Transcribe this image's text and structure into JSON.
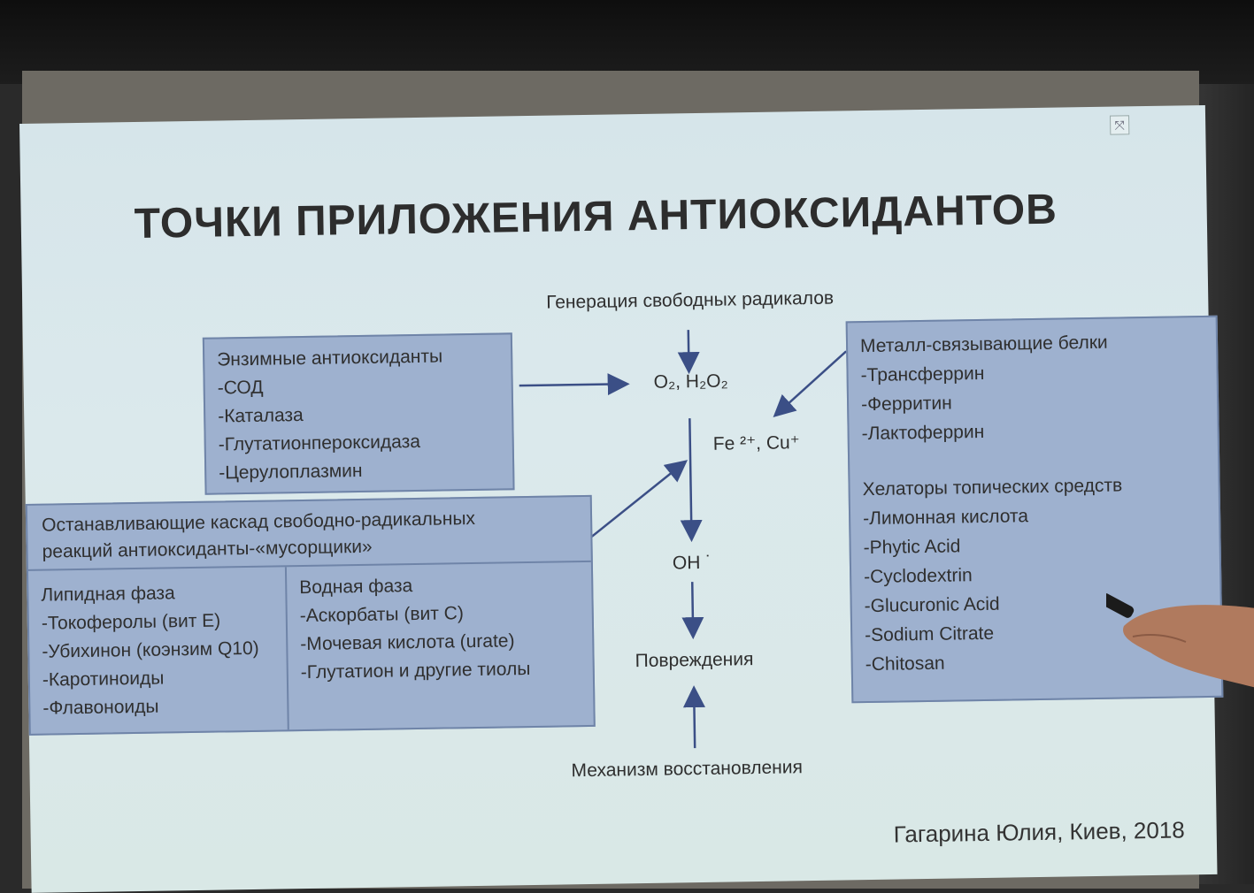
{
  "slide": {
    "title": "ТОЧКИ ПРИЛОЖЕНИЯ АНТИОКСИДАНТОВ",
    "footer": "Гагарина Юлия, Киев, 2018"
  },
  "flow": {
    "generation": "Генерация свободных радикалов",
    "o2": "O₂, H₂O₂",
    "metals": "Fe ²⁺, Cu⁺",
    "oh": "OH ˙",
    "damage": "Повреждения",
    "repair": "Механизм восстановления"
  },
  "enzyme_box": {
    "heading": "Энзимные антиоксиданты",
    "items": [
      "-СОД",
      "-Каталаза",
      "-Глутатионпероксидаза",
      "-Церулоплазмин"
    ]
  },
  "cascade_box": {
    "heading_line1": "Останавливающие каскад свободно-радикальных",
    "heading_line2": "реакций антиоксиданты-«мусорщики»",
    "lipid": {
      "heading": "Липидная фаза",
      "items": [
        "-Токоферолы (вит Е)",
        "-Убихинон (коэнзим Q10)",
        "-Каротиноиды",
        "-Флавоноиды"
      ]
    },
    "water": {
      "heading": "Водная фаза",
      "items": [
        "-Аскорбаты (вит С)",
        "-Мочевая кислота (urate)",
        "-Глутатион и другие тиолы"
      ]
    }
  },
  "metal_box": {
    "heading": "Металл-связывающие белки",
    "items": [
      "-Трансферрин",
      "-Ферритин",
      "-Лактоферрин"
    ],
    "chelators_heading": "Хелаторы топических средств",
    "chelators": [
      "-Лимонная кислота",
      "-Phytic Acid",
      "-Cyclodextrin",
      "-Glucuronic Acid",
      "-Sodium Citrate",
      "-Chitosan"
    ]
  },
  "colors": {
    "slide_bg": "#d8e7ea",
    "box_fill": "#9eb1cf",
    "box_border": "#6f84a8",
    "arrow": "#3b4f86"
  }
}
